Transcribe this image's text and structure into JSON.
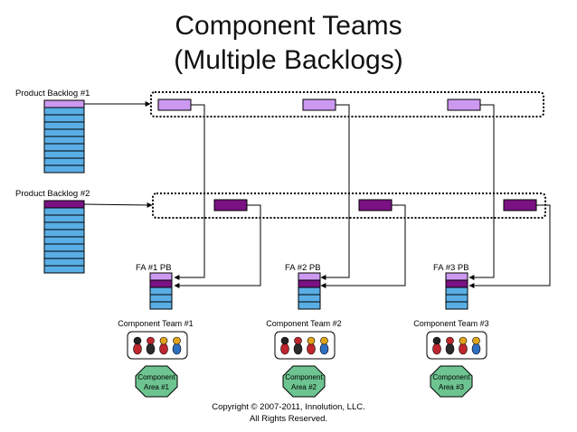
{
  "title": {
    "line1": "Component Teams",
    "line2": "(Multiple Backlogs)"
  },
  "colors": {
    "backlog_row": "#5aaee6",
    "backlog_1_top": "#cc99f0",
    "backlog_2_top": "#7a1283",
    "feature_1": "#cc99f0",
    "feature_2": "#7a1283",
    "component_area": "#6dc490"
  },
  "product_backlogs": [
    {
      "label": "Product Backlog #1"
    },
    {
      "label": "Product Backlog #2"
    }
  ],
  "teams": [
    {
      "pb_label": "FA #1 PB",
      "team_label": "Component Team #1",
      "area_line1": "Component",
      "area_line2": "Area #1"
    },
    {
      "pb_label": "FA #2 PB",
      "team_label": "Component Team #2",
      "area_line1": "Component",
      "area_line2": "Area #2"
    },
    {
      "pb_label": "FA #3 PB",
      "team_label": "Component Team #3",
      "area_line1": "Component",
      "area_line2": "Area #3"
    }
  ],
  "copyright": {
    "line1": "Copyright © 2007-2011,  Innolution, LLC.",
    "line2": "All Rights Reserved."
  }
}
